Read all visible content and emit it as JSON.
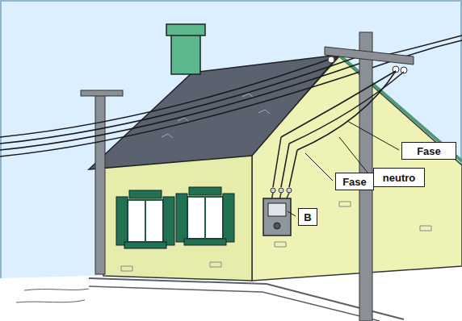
{
  "diagram": {
    "nodes": [
      {
        "text": [
          "Fase"
        ]
      },
      {
        "text": [
          "neutro"
        ]
      },
      {
        "text": [
          "Fase"
        ]
      },
      {
        "text": [
          "B"
        ]
      }
    ]
  }
}
